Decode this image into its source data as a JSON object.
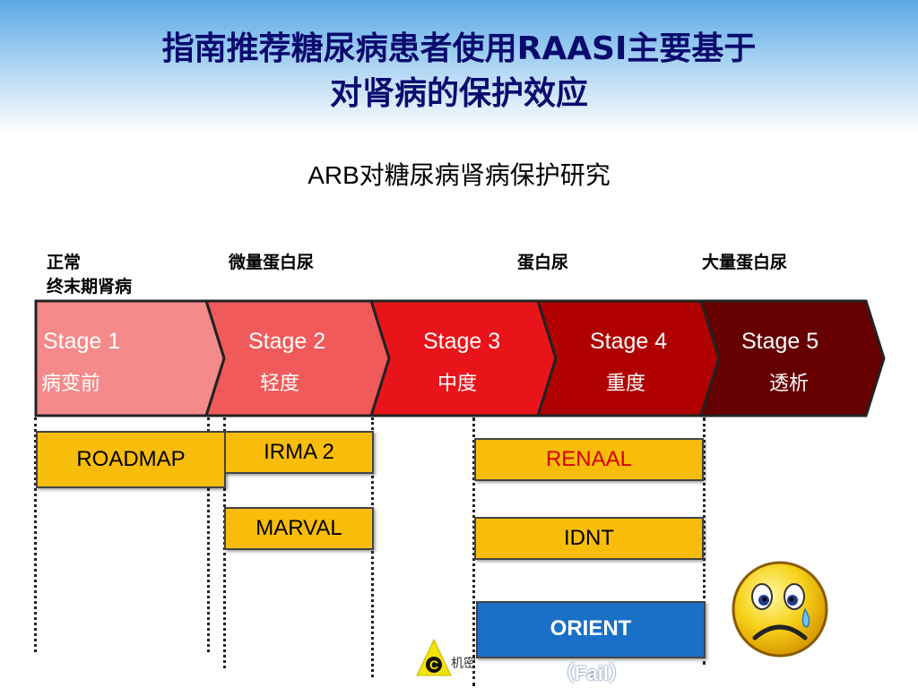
{
  "title_line1": "指南推荐糖尿病患者使用RAASI主要基于",
  "title_line2": "对肾病的保护效应",
  "subtitle": "ARB对糖尿病肾病保护研究",
  "phases": {
    "normal": "正常",
    "esrd": "终末期肾病",
    "micro": "微量蛋白尿",
    "protein": "蛋白尿",
    "macro": "大量蛋白尿"
  },
  "stages": [
    {
      "label": "Stage 1",
      "sub": "病变前",
      "color": "#f48a8a"
    },
    {
      "label": "Stage 2",
      "sub": "轻度",
      "color": "#f15a5a"
    },
    {
      "label": "Stage 3",
      "sub": "中度",
      "color": "#e8141a"
    },
    {
      "label": "Stage 4",
      "sub": "重度",
      "color": "#b00000"
    },
    {
      "label": "Stage 5",
      "sub": "透析",
      "color": "#660000"
    }
  ],
  "trials": {
    "roadmap": "ROADMAP",
    "irma2": "IRMA 2",
    "marval": "MARVAL",
    "renaal": "RENAAL",
    "idnt": "IDNT",
    "orient": "ORIENT",
    "orient_note": "（Fail）"
  },
  "colors": {
    "trial_box": "#f8bd0a",
    "orient_box": "#1a6fc7",
    "title": "#0a0a6e"
  },
  "icons": {
    "logo": "triangle-c-logo",
    "face": "crying-face-icon"
  },
  "logo_text": "机密"
}
